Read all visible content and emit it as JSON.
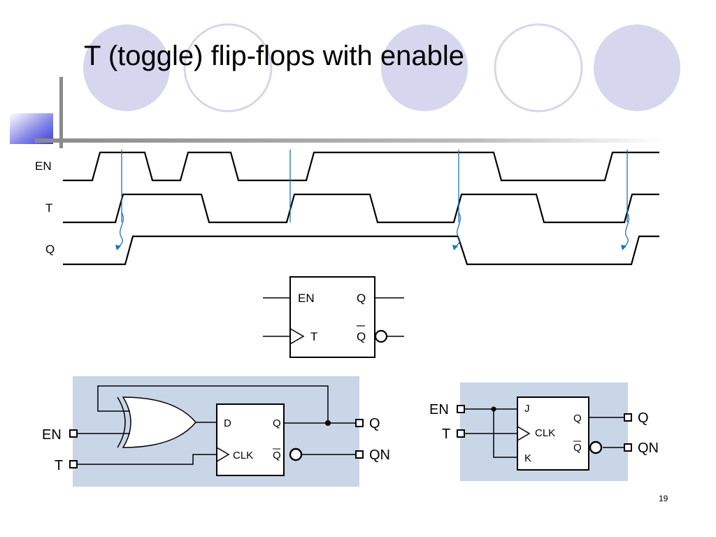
{
  "slide": {
    "title": "T (toggle) flip-flops with enable",
    "page_number": "19"
  },
  "timing": {
    "signals": [
      "EN",
      "T",
      "Q"
    ]
  },
  "symbol": {
    "pins": {
      "en": "EN",
      "t": "T",
      "q": "Q",
      "qn": "Q"
    }
  },
  "circuit_xor": {
    "inputs": {
      "en": "EN",
      "t": "T"
    },
    "dff": {
      "d": "D",
      "clk": "CLK",
      "q": "Q",
      "qn": "Q"
    },
    "outputs": {
      "q": "Q",
      "qn": "QN"
    }
  },
  "circuit_jk": {
    "inputs": {
      "en": "EN",
      "t": "T"
    },
    "jkff": {
      "j": "J",
      "clk": "CLK",
      "k": "K",
      "q": "Q",
      "qn": "Q"
    },
    "outputs": {
      "q": "Q",
      "qn": "QN"
    }
  },
  "colors": {
    "circle_fill": "#d6d6ee",
    "circle_stroke": "#d6d6ee",
    "panel_fill": "#c9d6e8",
    "accent": "#1a73c2",
    "square_gradient": "#5a5ae6"
  }
}
